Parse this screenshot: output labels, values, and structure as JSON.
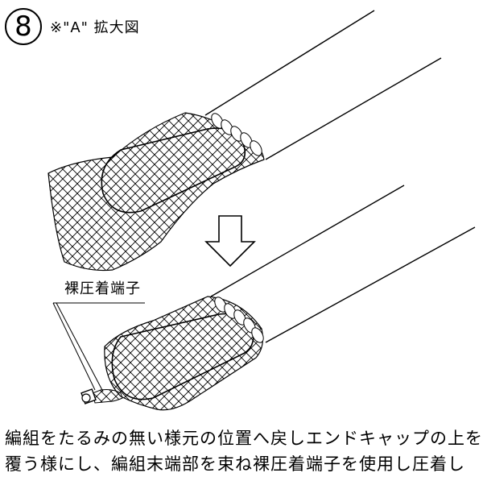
{
  "step_number": "8",
  "heading": "※\"A\" 拡大図",
  "label_terminal": "裸圧着端子",
  "caption": "編組をたるみの無い様元の位置へ戻しエンドキャップの上を\n覆う様にし、編組末端部を束ね裸圧着端子を使用し圧着し",
  "colors": {
    "ink": "#000000",
    "background": "#ffffff"
  }
}
